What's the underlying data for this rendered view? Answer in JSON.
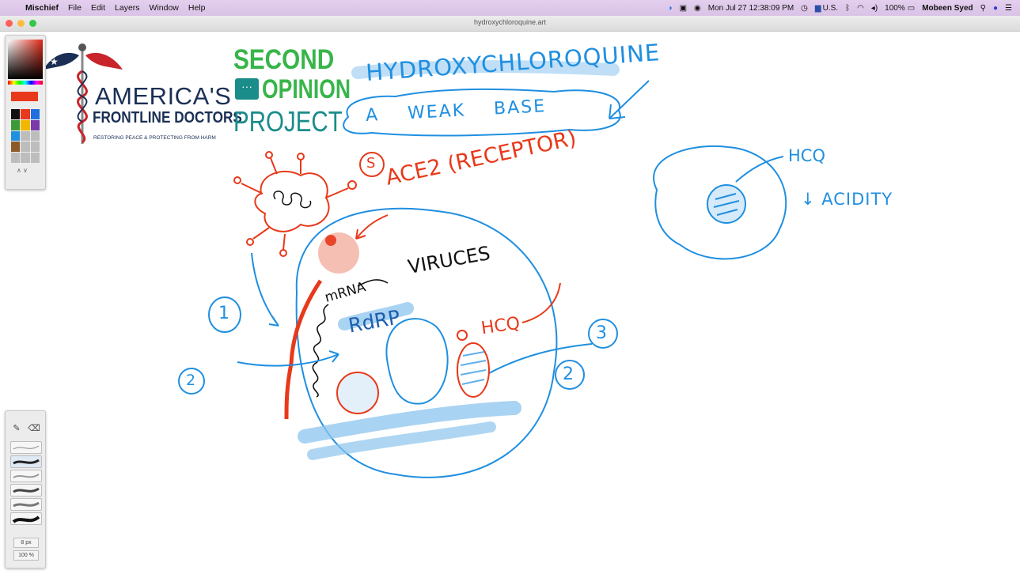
{
  "menubar": {
    "apple_glyph": "",
    "app_name": "Mischief",
    "menus": [
      "File",
      "Edit",
      "Layers",
      "Window",
      "Help"
    ],
    "datetime": "Mon Jul 27  12:38:09 PM",
    "input_source": "U.S.",
    "battery": "100%",
    "user": "Mobeen Syed"
  },
  "window": {
    "title": "hydroxychloroquine.art"
  },
  "colors": {
    "accent_blue": "#1f8fe0",
    "accent_red": "#e8391a",
    "logo_navy": "#1b2f55",
    "logo_red": "#c9242c",
    "second_green": "#38b54a",
    "opinion_teal": "#1a8c8a"
  },
  "tools": {
    "pen_icon": "pen-icon",
    "eraser_icon": "eraser-icon",
    "brush_size": "8 px",
    "zoom": "100 %"
  },
  "logos": {
    "afd_line1": "AMERICA'S",
    "afd_line2": "FRONTLINE DOCTORS",
    "afd_tagline": "RESTORING PEACE & PROTECTING FROM HARM",
    "sop_line1": "SECOND",
    "sop_line2": "OPINION",
    "sop_line3": "PROJECT"
  },
  "annotations": {
    "title": "HYDROXYCHLOROQUINE",
    "subtitle": "A    WEAK    BASE",
    "ace2": "ACE2 (RECEPTOR)",
    "s_label": "S",
    "viruses": "VIRUCES",
    "mrna": "mRNA",
    "rdrp": "RdRP",
    "hcq_cell": "HCQ",
    "hcq_right": "HCQ",
    "acidity": "↓ ACIDITY",
    "num_1": "1",
    "num_2_left": "2",
    "num_2_right": "2",
    "num_3": "3"
  }
}
